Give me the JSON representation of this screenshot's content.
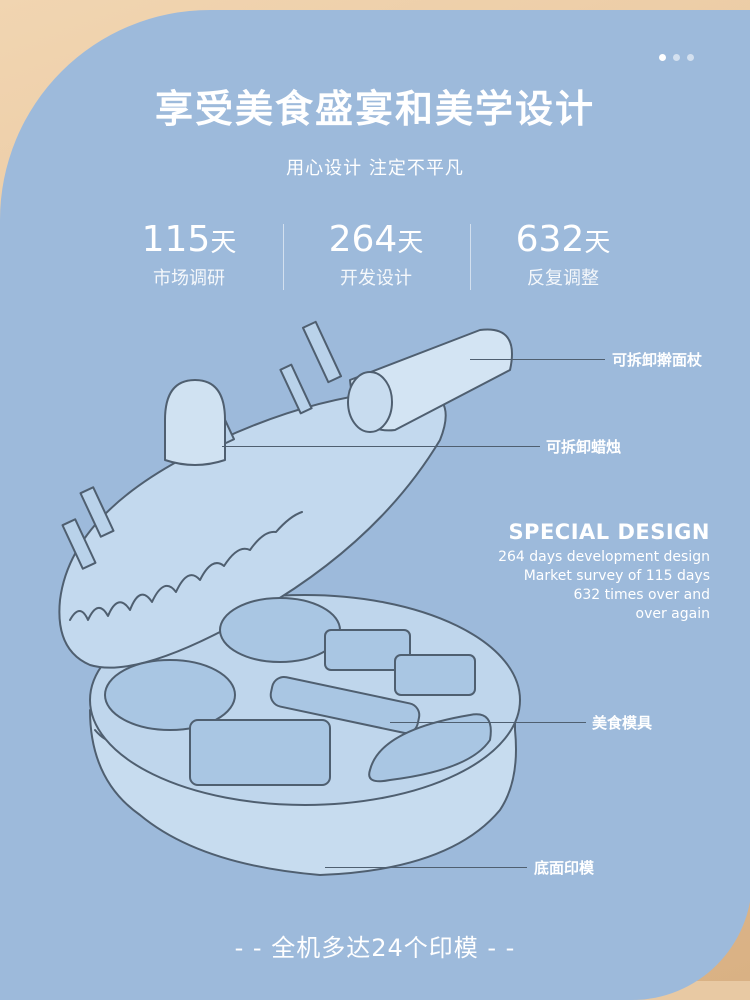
{
  "header": {
    "title": "享受美食盛宴和美学设计",
    "subtitle": "用心设计 注定不平凡"
  },
  "stats": [
    {
      "number": "115",
      "unit": "天",
      "label": "市场调研"
    },
    {
      "number": "264",
      "unit": "天",
      "label": "开发设计"
    },
    {
      "number": "632",
      "unit": "天",
      "label": "反复调整"
    }
  ],
  "callouts": {
    "rolling_pin": "可拆卸擀面杖",
    "candles": "可拆卸蜡烛",
    "food_molds": "美食模具",
    "bottom_stamp": "底面印模"
  },
  "special": {
    "heading": "SPECIAL DESIGN",
    "body": "264 days development design\nMarket survey of 115 days\n632 times over and\nover again"
  },
  "footer": {
    "text": "- - 全机多达24个印模 - -"
  },
  "colors": {
    "panel": "#9dbadb",
    "background_wood": "#e6c197",
    "illustration_fill": "#b9d2ea",
    "line": "#4f5f70"
  },
  "icons": [
    "carousel-dots",
    "cake-mold-illustration"
  ]
}
